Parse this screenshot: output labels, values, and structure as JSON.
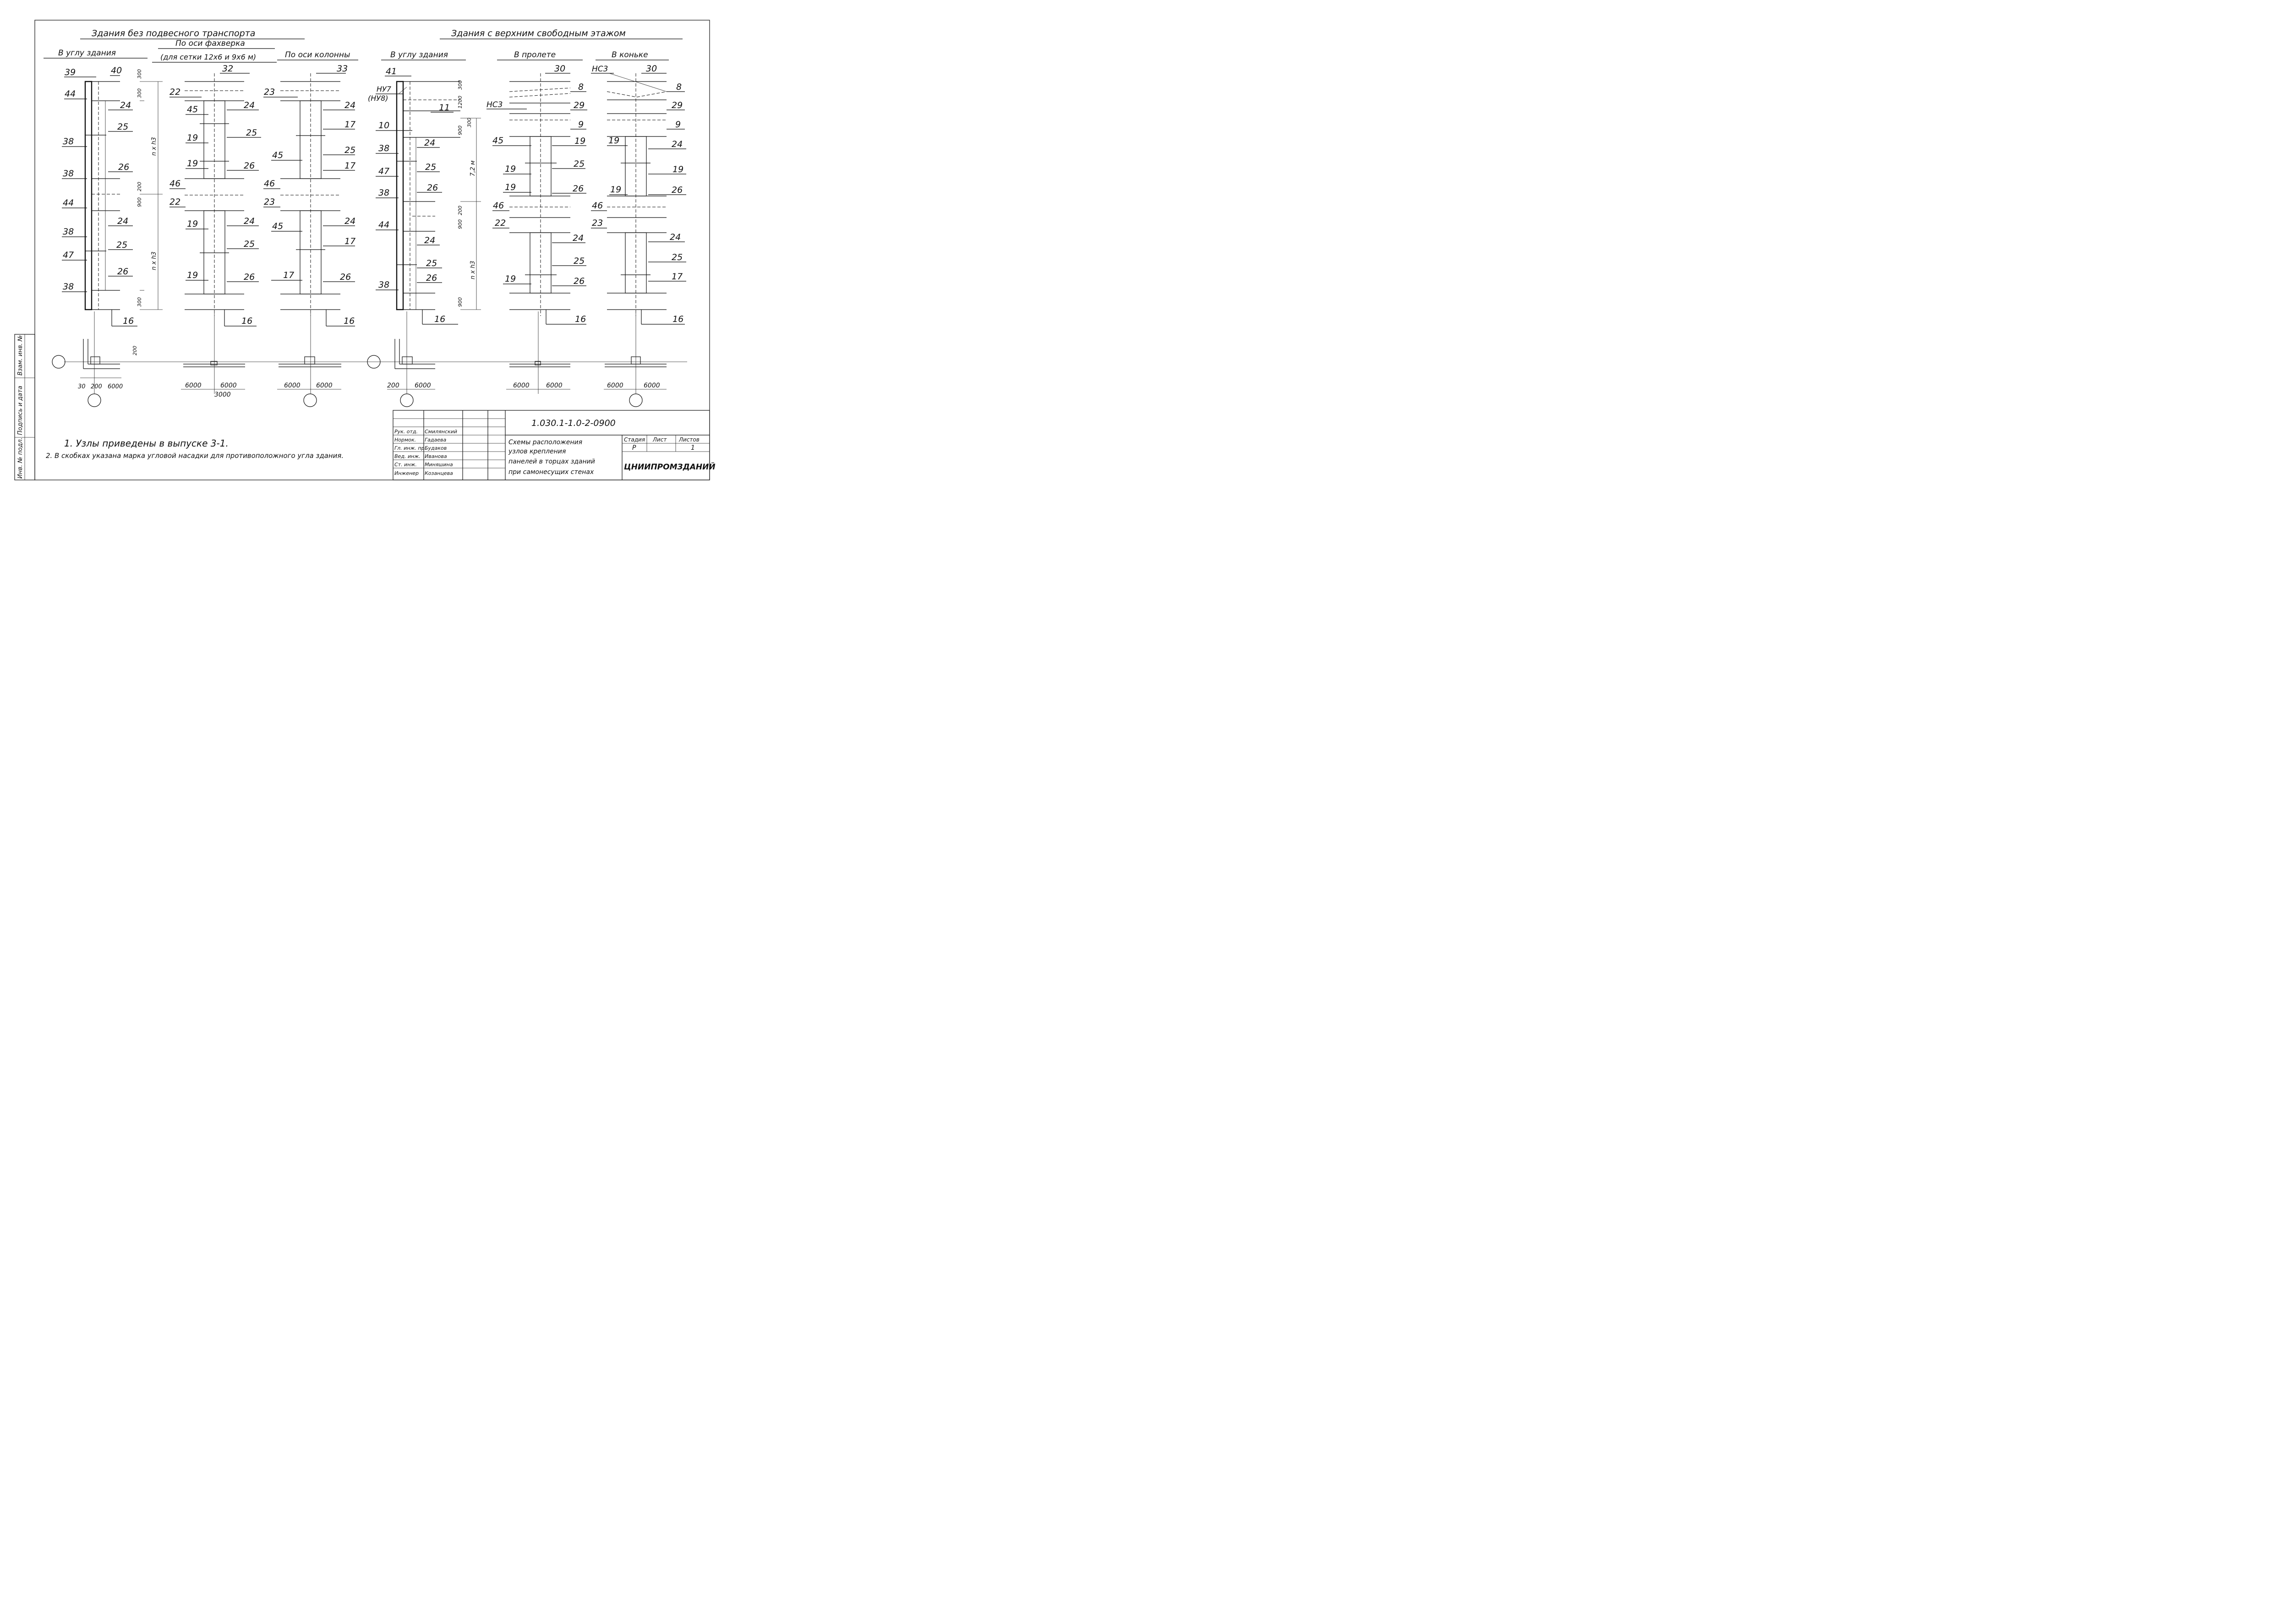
{
  "headers": {
    "group_left": "Здания без подвесного транспорта",
    "group_right": "Здания с верхним свободным этажом",
    "col1": "В углу здания",
    "col2_line1": "По оси фахверка",
    "col2_line2": "(для сетки 12х6 и 9х6 м)",
    "col3": "По оси колонны",
    "col4": "В углу здания",
    "col5": "В пролете",
    "col6": "В коньке"
  },
  "columns": [
    {
      "top_marks": [
        "39",
        "40"
      ],
      "left_marks": [
        "44",
        "38",
        "38",
        "44",
        "38",
        "47",
        "38"
      ],
      "right_marks": [
        "24",
        "25",
        "26",
        "24",
        "25",
        "26"
      ],
      "bottom_mark": "16"
    },
    {
      "top_marks": [
        "32"
      ],
      "left_marks": [
        "22",
        "45",
        "19",
        "19",
        "46",
        "22",
        "19",
        "19"
      ],
      "right_marks": [
        "24",
        "25",
        "26",
        "24",
        "25",
        "26"
      ],
      "bottom_mark": "16"
    },
    {
      "top_marks": [
        "33"
      ],
      "left_marks": [
        "23",
        "45",
        "46",
        "23",
        "45",
        "17"
      ],
      "right_marks": [
        "24",
        "17",
        "25",
        "17",
        "24",
        "17",
        "26"
      ],
      "bottom_mark": "16"
    },
    {
      "top_marks": [
        "41",
        "НУ7",
        "(НУ8)"
      ],
      "left_marks": [
        "10",
        "38",
        "47",
        "38",
        "44",
        "38"
      ],
      "right_marks": [
        "11",
        "24",
        "25",
        "26",
        "24",
        "25",
        "26"
      ],
      "bottom_mark": "16"
    },
    {
      "top_marks": [
        "30",
        "НС3"
      ],
      "left_marks": [
        "45",
        "19",
        "19",
        "46",
        "22",
        "19"
      ],
      "right_marks": [
        "8",
        "29",
        "9",
        "19",
        "25",
        "26",
        "24",
        "25",
        "26"
      ],
      "bottom_mark": "16"
    },
    {
      "top_marks": [
        "НС3",
        "30"
      ],
      "left_marks": [
        "19",
        "19",
        "46",
        "23"
      ],
      "right_marks": [
        "8",
        "29",
        "9",
        "24",
        "19",
        "26",
        "24",
        "25",
        "17"
      ],
      "bottom_mark": "16"
    }
  ],
  "dimensions": {
    "d300": "300",
    "d1200": "1200",
    "d200": "200",
    "d900": "900",
    "d72m": "7,2 м",
    "n_h3": "n x h3",
    "d30": "30",
    "d6000": "6000",
    "d3000": "3000"
  },
  "notes": [
    "1. Узлы приведены в выпуске 3-1.",
    "2. В скобках указана марка угловой насадки для противоположного угла здания."
  ],
  "stamp": {
    "code": "1.030.1-1.0-2-0900",
    "roles": [
      "Рук. отд.",
      "Нормок.",
      "Гл. инж. пр.",
      "Вед. инж.",
      "Ст. инж.",
      "Инженер"
    ],
    "names": [
      "Смилянский",
      "Гадаева",
      "Будаков",
      "Иванова",
      "Миняшина",
      "Козанцева"
    ],
    "title": [
      "Схемы расположения",
      "узлов крепления",
      "панелей в торцах зданий",
      "при самонесущих стенах"
    ],
    "stage_label": "Стадия",
    "sheet_label": "Лист",
    "sheets_label": "Листов",
    "stage": "Р",
    "sheets": "1",
    "org": "ЦНИИПРОМЗДАНИЙ"
  },
  "side_stamp": [
    "Инв. № подл.",
    "Подпись и дата",
    "Взам. инв. №"
  ]
}
